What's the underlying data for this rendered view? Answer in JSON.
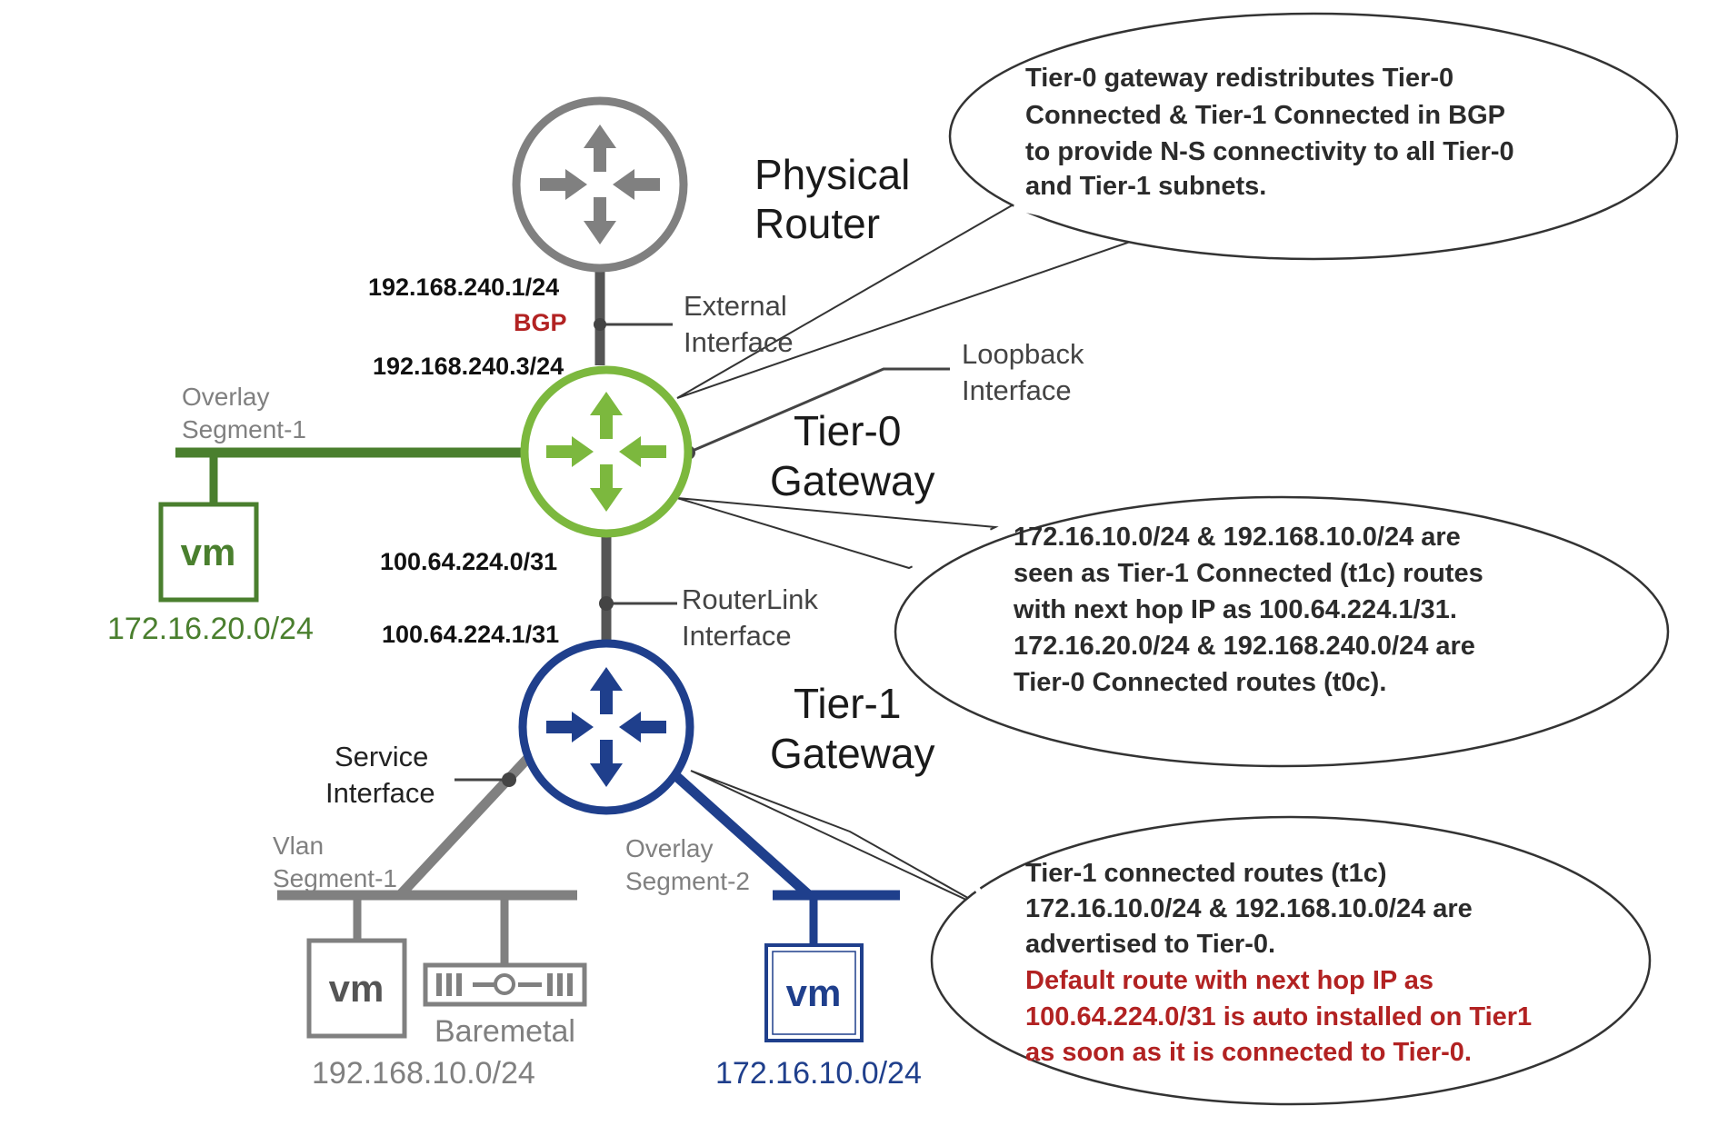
{
  "nodes": {
    "physical_router": {
      "name": [
        "Physical",
        "Router"
      ],
      "color": "#808080"
    },
    "tier0": {
      "name": [
        "Tier-0",
        "Gateway"
      ],
      "color": "#7cb83e"
    },
    "tier1": {
      "name": [
        "Tier-1",
        "Gateway"
      ],
      "color": "#1f3f8c"
    }
  },
  "labels": {
    "ip_phys": "192.168.240.1/24",
    "bgp": "BGP",
    "ip_t0_ext": "192.168.240.3/24",
    "external_interface": [
      "External",
      "Interface"
    ],
    "loopback_interface": [
      "Loopback",
      "Interface"
    ],
    "overlay_segment_1": [
      "Overlay",
      "Segment-1"
    ],
    "ip_t0_link": "100.64.224.0/31",
    "routerlink_interface": [
      "RouterLink",
      "Interface"
    ],
    "ip_t1_link": "100.64.224.1/31",
    "service_interface": [
      "Service",
      "Interface"
    ],
    "vlan_segment_1": [
      "Vlan",
      "Segment-1"
    ],
    "overlay_segment_2": [
      "Overlay",
      "Segment-2"
    ],
    "vm": "vm",
    "baremetal": "Baremetal"
  },
  "subnets": {
    "green": "172.16.20.0/24",
    "gray": "192.168.10.0/24",
    "blue": "172.16.10.0/24"
  },
  "callouts": {
    "top": [
      "Tier-0 gateway redistributes Tier-0",
      "Connected & Tier-1 Connected  in BGP",
      "to provide N-S  connectivity to all Tier-0",
      "and Tier-1 subnets."
    ],
    "middle": [
      "172.16.10.0/24 & 192.168.10.0/24 are",
      "seen as Tier-1 Connected (t1c) routes",
      "with next hop IP as 100.64.224.1/31.",
      "172.16.20.0/24 & 192.168.240.0/24 are",
      "Tier-0 Connected routes (t0c)."
    ],
    "bottom": [
      "Tier-1 connected routes (t1c)",
      "172.16.10.0/24 & 192.168.10.0/24 are",
      "advertised to Tier-0."
    ],
    "bottom_red": [
      "Default route with next hop IP as",
      "100.64.224.0/31 is auto installed on Tier1",
      "as soon as it is connected to Tier-0."
    ]
  }
}
